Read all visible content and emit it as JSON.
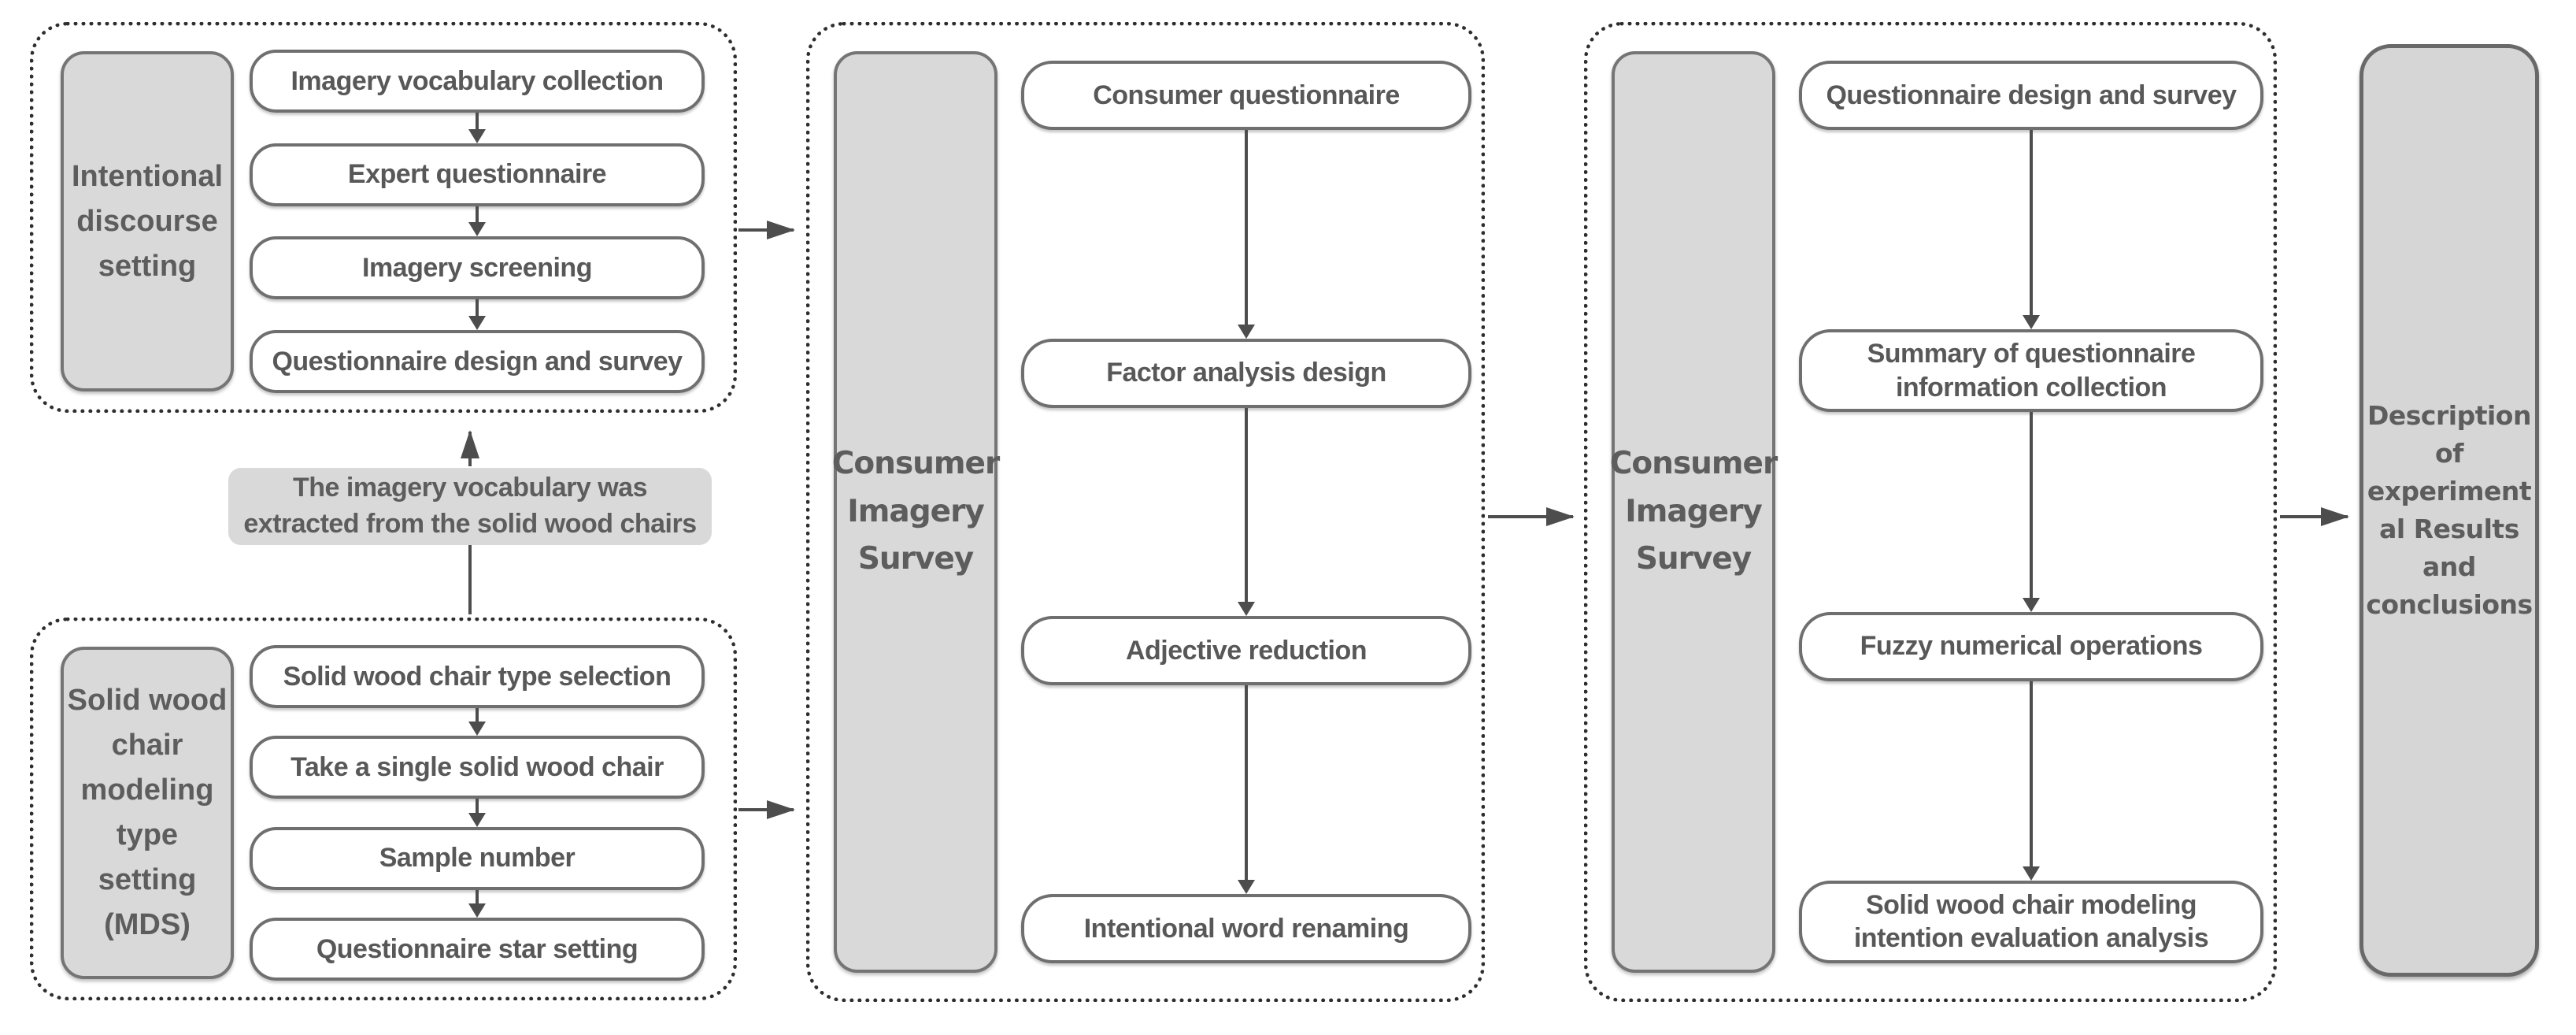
{
  "figure": {
    "panels": [
      {
        "sidebar": "Intentional\ndiscourse\nsetting",
        "steps": [
          "Imagery vocabulary collection",
          "Expert questionnaire",
          "Imagery screening",
          "Questionnaire design and survey"
        ]
      },
      {
        "sidebar": "Solid wood\nchair\nmodeling\ntype setting\n(MDS)",
        "steps": [
          "Solid wood chair type selection",
          "Take a single solid wood chair",
          "Sample number",
          "Questionnaire star setting"
        ]
      },
      {
        "sidebar": "Consumer\nImagery\nSurvey",
        "steps": [
          "Consumer questionnaire",
          "Factor analysis design",
          "Adjective reduction",
          "Intentional word renaming"
        ]
      },
      {
        "sidebar": "Consumer\nImagery\nSurvey",
        "steps": [
          "Questionnaire design and survey",
          "Summary of questionnaire\ninformation collection",
          "Fuzzy numerical operations",
          "Solid wood chair modeling\nintention evaluation analysis"
        ]
      }
    ],
    "note": "The imagery vocabulary was\nextracted from the solid wood chairs",
    "result": "Description\nof\nexperiment\nal Results\nand\nconclusions",
    "colors": {
      "gray_fill": "#d9d9d9",
      "box_border": "#6f6f6f",
      "dash_border": "#2e2e2e",
      "text": "#5d5d5d",
      "arrow": "#4d4d4d"
    }
  }
}
